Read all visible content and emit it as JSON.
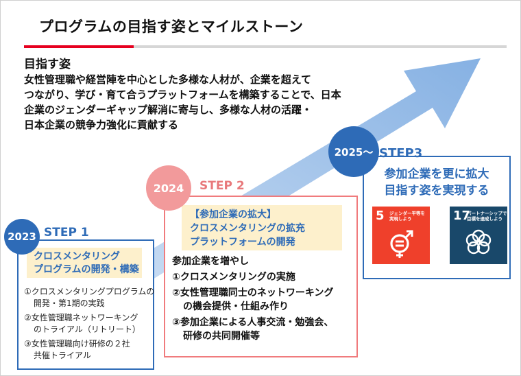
{
  "title": "プログラムの目指す姿とマイルストーン",
  "vision": {
    "heading": "目指す姿",
    "lines": [
      "女性管理職や経営陣を中心とした多様な人材が、企業を超えて",
      "つながり、学び・育て合うプラットフォームを構築することで、日本",
      "企業のジェンダーギャップ解消に寄与し、多様な人材の活躍・",
      "日本企業の競争力強化に貢献する"
    ]
  },
  "steps": [
    {
      "year": "2023",
      "label": "STEP 1",
      "highlight_lines": [
        "クロスメンタリング",
        "プログラムの開発・構築"
      ],
      "items": [
        [
          "①クロスメンタリングプログラムの",
          "開発・第1期の実践"
        ],
        [
          "②女性管理職ネットワーキング",
          "のトライアル（リトリート）"
        ],
        [
          "③女性管理職向け研修の２社",
          "共催トライアル"
        ]
      ]
    },
    {
      "year": "2024",
      "label": "STEP 2",
      "highlight_lines": [
        "【参加企業の拡大】",
        "クロスメンタリングの拡充",
        "プラットフォームの開発"
      ],
      "intro": "参加企業を増やし",
      "items": [
        [
          "①クロスメンタリングの実施"
        ],
        [
          "②女性管理職同士のネットワーキング",
          "の機会提供・仕組み作り"
        ],
        [
          "③参加企業による人事交流・勉強会、",
          "研修の共同開催等"
        ]
      ]
    },
    {
      "year": "2025〜",
      "label": "STEP3",
      "heading_lines": [
        "参加企業を更に拡大",
        "目指す姿を実現する"
      ],
      "sdgs": [
        {
          "number": "5",
          "text": [
            "ジェンダー平等を",
            "実現しよう"
          ],
          "color": "#ef402b",
          "icon": "gender-equality-icon"
        },
        {
          "number": "17",
          "text": [
            "パートナーシップで",
            "目標を達成しよう"
          ],
          "color": "#19486a",
          "icon": "partnership-flower-icon"
        }
      ]
    }
  ],
  "colors": {
    "accent_red": "#e6001f",
    "step_blue": "#2e6bb7",
    "step_pink": "#f29a9b",
    "highlight_bg": "#fdf0cc",
    "arrow_light": "#c5daf2",
    "arrow_dark": "#8db6e6"
  }
}
